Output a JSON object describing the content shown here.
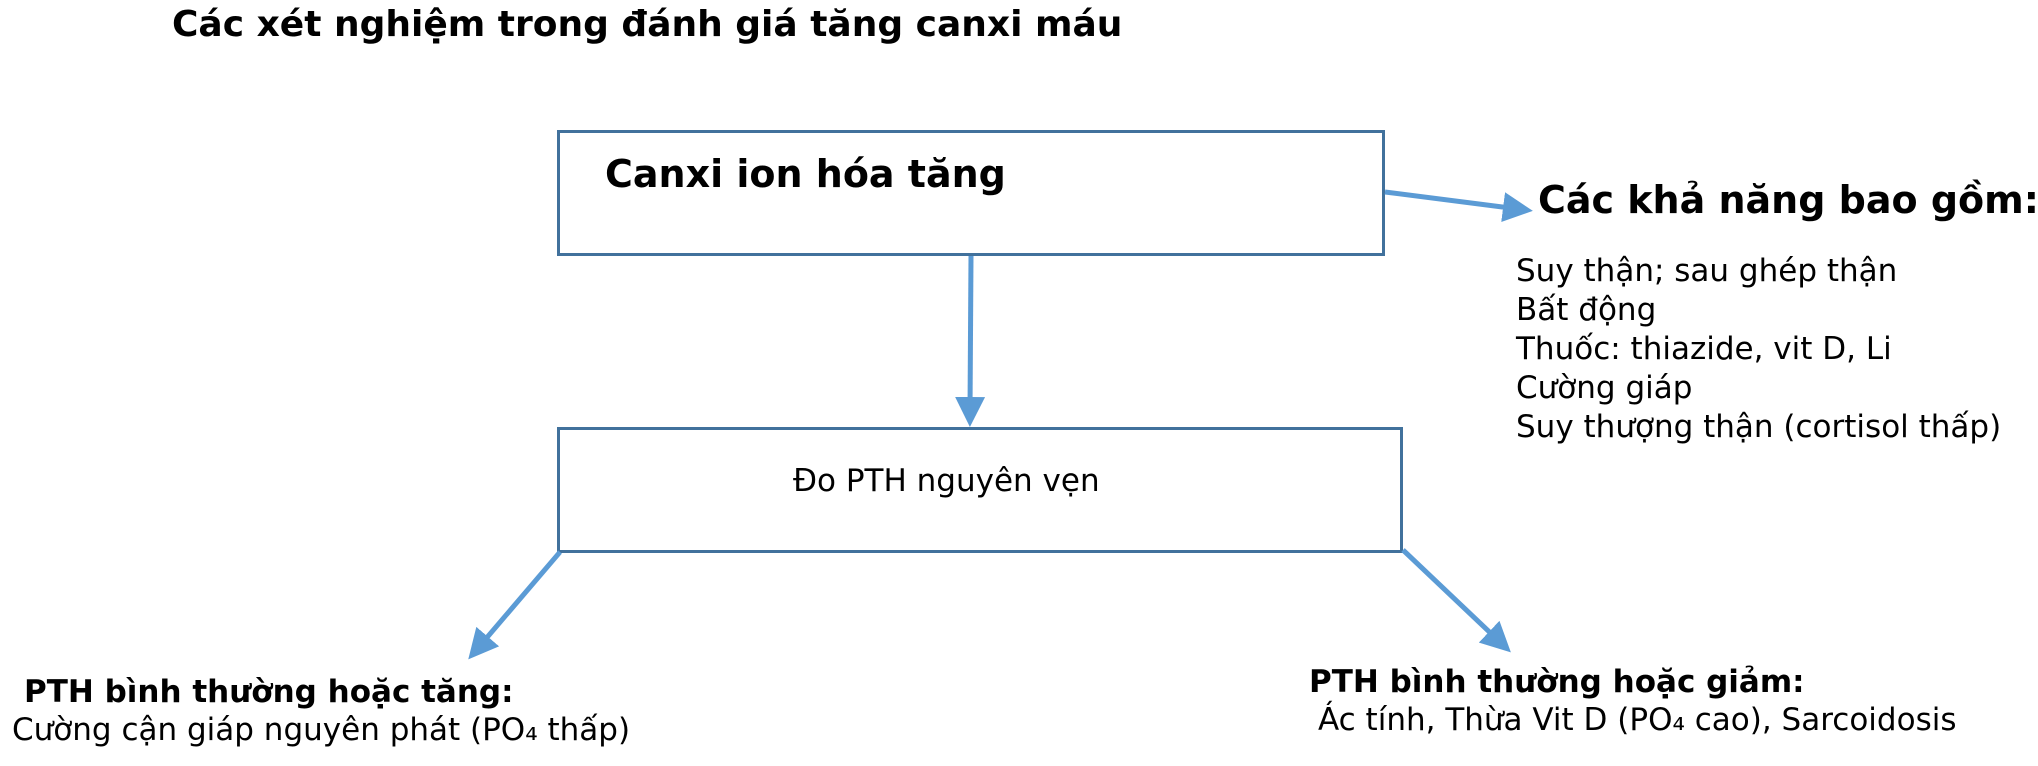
{
  "title": "Các xét nghiệm trong đánh giá tăng canxi máu",
  "box_top": {
    "label": "Canxi ion hóa tăng"
  },
  "box_mid": {
    "label": "Đo PTH nguyên vẹn"
  },
  "possibilities": {
    "heading": "Các khả năng bao gồm:",
    "items": [
      "Suy thận; sau ghép thận",
      "Bất động",
      "Thuốc: thiazide, vit D, Li",
      "Cường giáp",
      "Suy thượng thận (cortisol thấp)"
    ]
  },
  "left_outcome": {
    "heading": "PTH bình thường hoặc tăng:",
    "body": "Cường cận giáp nguyên phát (PO₄ thấp)"
  },
  "right_outcome": {
    "heading": "PTH bình thường hoặc giảm:",
    "body": "Ác tính, Thừa Vit D (PO₄ cao), Sarcoidosis"
  },
  "colors": {
    "arrow": "#5b9bd5",
    "box_border": "#41719c"
  }
}
